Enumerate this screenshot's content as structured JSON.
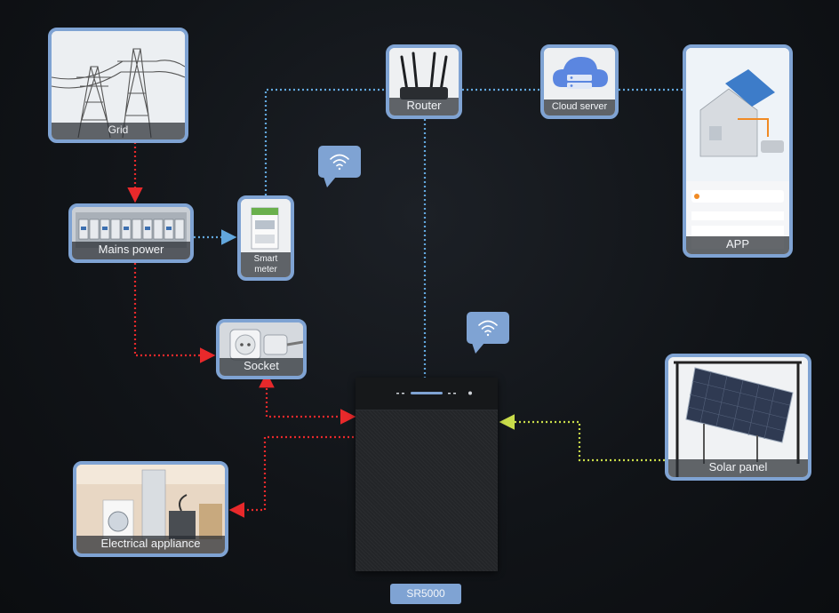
{
  "nodes": {
    "grid": "Grid",
    "mains_power": "Mains power",
    "smart_meter_line1": "Smart",
    "smart_meter_line2": "meter",
    "socket": "Socket",
    "appliance": "Electrical appliance",
    "router": "Router",
    "cloud": "Cloud server",
    "app": "APP",
    "solar": "Solar panel",
    "device": "SR5000"
  },
  "colors": {
    "frame": "#7fa3d3",
    "ac_link": "#e8292b",
    "data_link": "#62a7dd",
    "dc_link": "#c9dc4a"
  },
  "icons": [
    "wifi-icon",
    "wifi-icon",
    "cloud-server-icon"
  ]
}
